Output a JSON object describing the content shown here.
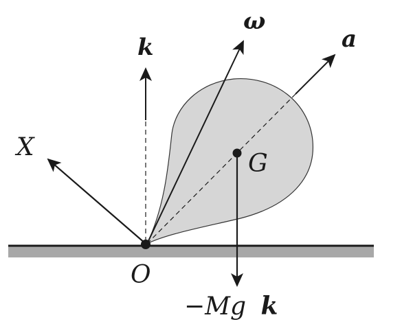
{
  "labels": {
    "k": "k",
    "omega": "ω",
    "a": "a",
    "X": "X",
    "G": "G",
    "O": "O",
    "weight_prefix": "−Mg",
    "weight_vec": "k"
  },
  "colors": {
    "body_fill": "#d6d6d6",
    "ground_band": "#a8a8a8",
    "ink": "#1a1a1a"
  }
}
